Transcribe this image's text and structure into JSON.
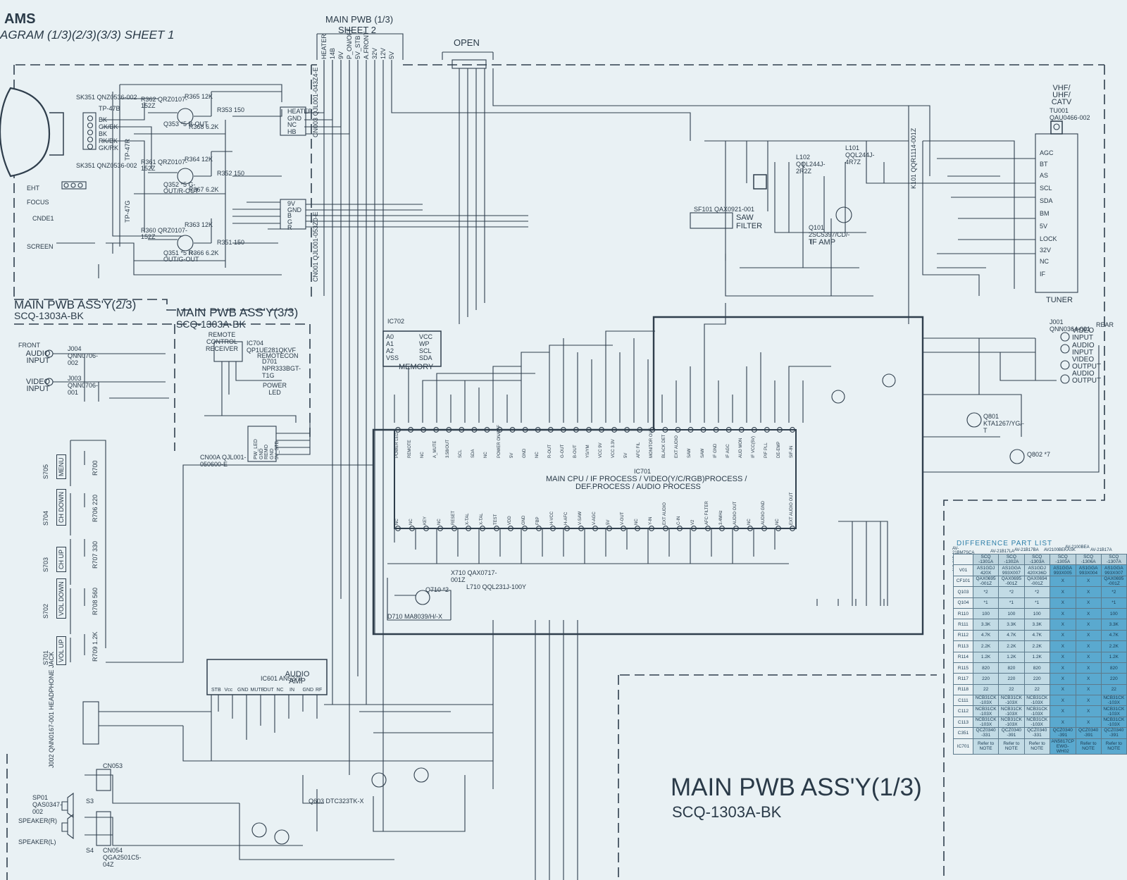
{
  "header": {
    "title_partial": "AMS",
    "subtitle_partial": "AGRAM (1/3)(2/3)(3/3) SHEET 1"
  },
  "connector_top": {
    "title_line1": "MAIN PWB (1/3)",
    "title_line2": "SHEET 2",
    "open_label": "OPEN",
    "signals": [
      "HEATER",
      "14B",
      "9V",
      "P_ON/OFF",
      "5V_STB",
      "A.FRONT",
      "32V",
      "12V",
      "5V"
    ]
  },
  "blocks": {
    "main_23": {
      "title": "MAIN PWB ASS'Y(2/3)",
      "sub": "SCQ-1303A-BK"
    },
    "main_33": {
      "title": "MAIN PWB ASS'Y(3/3)",
      "sub": "SCQ-1303A-BK"
    },
    "main_13": {
      "title": "MAIN PWB ASS'Y(1/3)",
      "sub": "SCQ-1303A-BK"
    }
  },
  "crt": {
    "socket_top": "SK351 QNZ0536-002",
    "socket_bottom": "SK351 QNZ0536-002",
    "tp": [
      "TP-47B",
      "TP-47R",
      "TP-47G"
    ],
    "labels": [
      "EHT",
      "FOCUS",
      "CNDE1",
      "SCREEN"
    ],
    "pins": [
      "BK",
      "GK/BK",
      "BK",
      "RK/BK",
      "GK/RK"
    ]
  },
  "rgb_drive": {
    "parts": [
      "R362 QRZ0107-152Z",
      "Q353 *5 B-OUT",
      "R365 12K",
      "R368 6.2K",
      "R353 150",
      "R361 QRZ0107-152Z",
      "Q352 *5 G-OUT/R-OUT",
      "R364 12K",
      "R367 6.2K",
      "R352 150",
      "R360 QRZ0107-152Z",
      "Q351 *5 R-OUT/G-OUT",
      "R363 12K",
      "R366 6.2K",
      "R351 150"
    ],
    "connectors": [
      "CN003 QJL001-043Z4-E",
      "CN001 QJL001-053Z0-E"
    ],
    "heater_pins": [
      "HEATER",
      "GND",
      "NC",
      "HB"
    ],
    "pins_right": [
      "9V",
      "GND",
      "B",
      "G",
      "R"
    ]
  },
  "tuner": {
    "title": "VHF/ UHF/ CATV",
    "part": "TU001 QAU0466-002",
    "label": "TUNER",
    "pins": [
      "AGC",
      "BT",
      "AS",
      "SCL",
      "SDA",
      "BM",
      "5V",
      "LOCK",
      "32V",
      "NC",
      "IF"
    ]
  },
  "if_section": {
    "saw": "SF101 QAX0921-001",
    "saw_label": "SAW FILTER",
    "q101": "Q101 2SC5397/CD/-T",
    "if_amp": "IF AMP",
    "l101": "L101 QQL244J-4R7Z",
    "l102": "L102 QQL244J-2R2Z",
    "k101": "K101 QQR1114-001Z"
  },
  "ic702": {
    "name": "IC702",
    "pins_left": [
      "A0",
      "A1",
      "A2",
      "VSS"
    ],
    "pins_right": [
      "VCC",
      "WP",
      "SCL",
      "SDA"
    ],
    "label": "MEMORY"
  },
  "remote": {
    "title": "REMOTE CONTROL RECEIVER",
    "ic": "IC704 QP1UE281QKVF",
    "ic_note": "REMOTECON",
    "led": "D701 NPR333BGT-T1G",
    "led_label": "POWER LED",
    "cn": "CN00A QJL001-050600-E",
    "cn_pins": [
      "PW_LED",
      "GND",
      "REMO",
      "GND",
      "5V_STB"
    ]
  },
  "ic701": {
    "name": "IC701",
    "desc_line1": "MAIN CPU / IF PROCESS / VIDEO(Y/C/RGB)PROCESS /",
    "desc_line2": "DEF.PROCESS / AUDIO PROCESS",
    "top_pins": [
      "POWER LED",
      "REMOTE",
      "NC",
      "A_MUTE",
      "3.58/OUT",
      "SCL",
      "SDA",
      "NC",
      "POWER ON/OFF",
      "5V",
      "GND",
      "NC",
      "R-OUT",
      "G-OUT",
      "B-OUT",
      "YS/YM",
      "VCC 9V",
      "VCC 3.3V",
      "5V",
      "AFC FIL",
      "MONITOR OUT",
      "BLACK DET",
      "EXT AUDIO",
      "SAW",
      "SAW",
      "IF GND",
      "IF AGC",
      "AUD MON",
      "IF VCC(5V)",
      "PIF PLL",
      "DE-EMP",
      "SIF-IN"
    ],
    "bottom_pins": [
      "NC",
      "NC",
      "KEY",
      "NC",
      "RESET",
      "X-TAL",
      "X-TAL",
      "TEST",
      "VDD",
      "GND",
      "FBP",
      "H-VCC",
      "H-AFC",
      "V-SAW",
      "V-AGC",
      "5V",
      "V-OUT",
      "NC",
      "Y-IN",
      "EXT AUDIO",
      "C-IN",
      "V2",
      "AFC FILTER",
      "3.4MHz",
      "AUDIO OUT",
      "NC",
      "AUDIO GND",
      "NC",
      "EXT AUDIO OUT"
    ],
    "x701": "X710 QAX0717-001Z",
    "q710": "Q710 *2",
    "d710": "D710 MA8039/H/-X",
    "l710": "L710 QQL231J-100Y"
  },
  "rear": {
    "label": "REAR",
    "jack": "J001 QNN0364-001",
    "items": [
      "VIDEO INPUT",
      "AUDIO INPUT",
      "VIDEO OUTPUT",
      "AUDIO OUTPUT"
    ],
    "q801": "Q801 KTA1267/YG/-T",
    "q802": "Q802 *7"
  },
  "front_io": {
    "front": "FRONT",
    "audio_in": "AUDIO INPUT",
    "video_in": "VIDEO INPUT",
    "j004": "J004 QNN0706-002",
    "j003": "J003 QNN0706-001"
  },
  "keys": [
    {
      "name": "S705",
      "label": "MENU",
      "res": "R700"
    },
    {
      "name": "S704",
      "label": "CH DOWN",
      "res": "R706 220"
    },
    {
      "name": "S703",
      "label": "CH UP",
      "res": "R707 330"
    },
    {
      "name": "S702",
      "label": "VOL DOWN",
      "res": "R708 560"
    },
    {
      "name": "S701",
      "label": "VOL UP",
      "res": "R709 1.2K"
    }
  ],
  "audio": {
    "ic": "IC601 AN5279",
    "ic_label": "AUDIO AMP",
    "pins": [
      "STB",
      "Vcc",
      "GND",
      "MUTE",
      "OUT",
      "NC",
      "IN",
      "GND",
      "RF"
    ],
    "headphone": "J002 QNN0167-001 HEADPHONE JACK",
    "sp01": "SP01 QAS0347-002",
    "speaker_r": "SPEAKER(R)",
    "speaker_l": "SPEAKER(L)",
    "cn053": "CN053",
    "cn054": "CN054 QGA2501C5-04Z",
    "s3": "S3",
    "s4": "S4",
    "q603": "Q603 DTC323TK-X"
  },
  "difference_list": {
    "title": "DIFFERENCE PART LIST",
    "models": [
      "AV-21BM7SCA AV-21BM7BGA AV-21BM7GXA",
      "AV-21B17LA",
      "AV-21B17BA",
      "AV2100BEKASK",
      "AV-2100BEA",
      "AV-21B17A"
    ],
    "header": [
      "SCQ -1301A",
      "SCQ -1302A",
      "SCQ -1303A",
      "SCQ -1305A",
      "SCQ -1306A",
      "SCQ -1307A"
    ],
    "rows": [
      {
        "part": "V01",
        "vals": [
          "AS1GDJ 420X",
          "AS1GGA 993X007",
          "AS1GDJ 420X36D",
          "AS1GGA 993X005",
          "AS1GGA 993X004",
          "AS1GGA 993X007"
        ]
      },
      {
        "part": "CF101",
        "vals": [
          "QAX0695 -001Z",
          "QAX0695 -001Z",
          "QAX0694 -001Z",
          "X",
          "X",
          "QAX0695 -001Z"
        ]
      },
      {
        "part": "Q103",
        "vals": [
          "*2",
          "*2",
          "*2",
          "X",
          "X",
          "*2"
        ]
      },
      {
        "part": "Q104",
        "vals": [
          "*1",
          "*1",
          "*1",
          "X",
          "X",
          "*1"
        ]
      },
      {
        "part": "R110",
        "vals": [
          "100",
          "100",
          "100",
          "X",
          "X",
          "100"
        ]
      },
      {
        "part": "R111",
        "vals": [
          "3.3K",
          "3.3K",
          "3.3K",
          "X",
          "X",
          "3.3K"
        ]
      },
      {
        "part": "R112",
        "vals": [
          "4.7K",
          "4.7K",
          "4.7K",
          "X",
          "X",
          "4.7K"
        ]
      },
      {
        "part": "R113",
        "vals": [
          "2.2K",
          "2.2K",
          "2.2K",
          "X",
          "X",
          "2.2K"
        ]
      },
      {
        "part": "R114",
        "vals": [
          "1.2K",
          "1.2K",
          "1.2K",
          "X",
          "X",
          "1.2K"
        ]
      },
      {
        "part": "R115",
        "vals": [
          "820",
          "820",
          "820",
          "X",
          "X",
          "820"
        ]
      },
      {
        "part": "R117",
        "vals": [
          "220",
          "220",
          "220",
          "X",
          "X",
          "220"
        ]
      },
      {
        "part": "R118",
        "vals": [
          "22",
          "22",
          "22",
          "X",
          "X",
          "22"
        ]
      },
      {
        "part": "C111",
        "vals": [
          "NCB31CK -103X",
          "NCB31CK -103X",
          "NCB31CK -103X",
          "X",
          "X",
          "NCB31CK -103X"
        ]
      },
      {
        "part": "C112",
        "vals": [
          "NCB31CK -103X",
          "NCB31CK -103X",
          "NCB31CK -103X",
          "X",
          "X",
          "NCB31CK -103X"
        ]
      },
      {
        "part": "C113",
        "vals": [
          "NCB31CK -103X",
          "NCB31CK -103X",
          "NCB31CK -103X",
          "X",
          "X",
          "NCB31CK -103X"
        ]
      },
      {
        "part": "C351",
        "vals": [
          "QCZ0340 -331",
          "QCZ0340 -391",
          "QCZ0340 -331",
          "QCZ0340 -391",
          "QCZ0340 -391",
          "QCZ0340 -391"
        ]
      },
      {
        "part": "IC701",
        "vals": [
          "Refer to NOTE",
          "Refer to NOTE",
          "Refer to NOTE",
          "AN5817CP EWG-WH02",
          "Refer to NOTE",
          "Refer to NOTE"
        ]
      }
    ]
  }
}
